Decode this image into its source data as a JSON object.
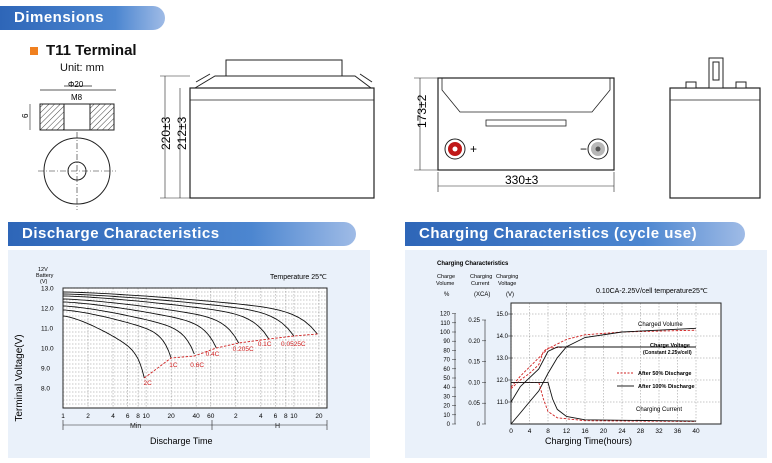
{
  "sections": {
    "dimensions": "Dimensions",
    "discharge": "Discharge Characteristics",
    "charging": "Charging Characteristics (cycle use)"
  },
  "terminal": {
    "title": "T11 Terminal",
    "unit": "Unit: mm",
    "phi": "Φ20",
    "bolt": "M8",
    "height": "6"
  },
  "dims": {
    "height_total": "220±3",
    "height_case": "212±3",
    "width": "173±2",
    "length": "330±3",
    "plus": "+",
    "minus": "−"
  },
  "discharge_chart": {
    "ylabel": "Terminal Voltage(V)",
    "y_header": [
      "12V",
      "Battery",
      "(V)"
    ],
    "temperature": "Temperature 25℃",
    "y_ticks": [
      "13.0",
      "12.0",
      "11.0",
      "10.0",
      "9.0",
      "8.0"
    ],
    "x_ticks_min": [
      "1",
      "2",
      "4",
      "6",
      "8",
      "10",
      "20",
      "40",
      "60"
    ],
    "x_ticks_h": [
      "2",
      "4",
      "6",
      "8",
      "10",
      "20"
    ],
    "min_label": "Min",
    "h_label": "H",
    "xlabel": "Discharge Time",
    "rates": [
      "2C",
      "1C",
      "0.6C",
      "0.4C",
      "0.205C",
      "0.1C",
      "0.0525C"
    ]
  },
  "charging_chart": {
    "title": "Charging Characteristics",
    "col_charge_volume": [
      "Charge",
      "Volume"
    ],
    "col_charging_current": [
      "Charging",
      "Current"
    ],
    "col_charging_voltage": [
      "Charging",
      "Voltage"
    ],
    "unit_percent": "%",
    "unit_xca": "(XCA)",
    "unit_v": "(V)",
    "condition": "0.10CA-2.25V/cell   temperature25℃",
    "pct_ticks": [
      "120",
      "110",
      "100",
      "90",
      "80",
      "70",
      "60",
      "50",
      "40",
      "30",
      "20",
      "10",
      "0"
    ],
    "current_ticks": [
      "0.25",
      "0.20",
      "0.15",
      "0.10",
      "0.05",
      "0"
    ],
    "voltage_ticks": [
      "15.0",
      "14.0",
      "13.0",
      "12.0",
      "11.0"
    ],
    "x_ticks": [
      "0",
      "4",
      "8",
      "12",
      "16",
      "20",
      "24",
      "28",
      "32",
      "36",
      "40"
    ],
    "xlabel": "Charging Time(hours)",
    "labels": {
      "charged_volume": "Charged Volume",
      "charge_voltage": "Charge Voltage",
      "charge_voltage_sub": "(Constant 2.25v/cell)",
      "after50": "After 50% Discharge",
      "after100": "After 100% Discharge",
      "charging_current": "Charging Current"
    }
  }
}
